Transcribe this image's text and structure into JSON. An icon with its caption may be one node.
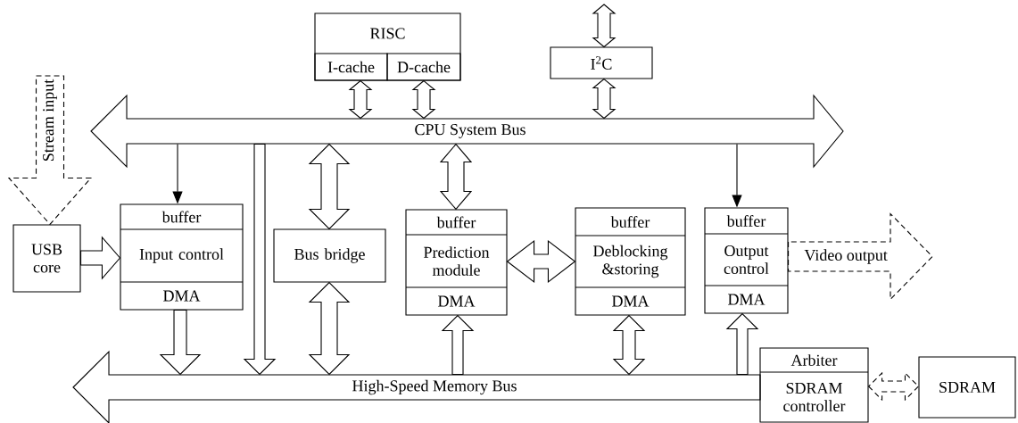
{
  "diagram": {
    "nodes": [
      {
        "text": [
          "RISC"
        ]
      },
      {
        "text": [
          "I-cache"
        ],
        "in": 0
      },
      {
        "text": [
          "D-cache"
        ],
        "in": 0
      },
      {
        "text": [
          "I$^{2}$C"
        ]
      },
      {
        "text": [
          "CPU System Bus"
        ]
      },
      {
        "text": [
          "USB core"
        ]
      },
      {
        "text": [
          "buffer",
          "Input control",
          "DMA"
        ]
      },
      {
        "text": [
          "Bus bridge"
        ]
      },
      {
        "text": [
          "buffer",
          "Prediction module",
          "DMA"
        ]
      },
      {
        "text": [
          "buffer",
          "Deblocking &storing",
          "DMA"
        ]
      },
      {
        "text": [
          "buffer",
          "Output control",
          "DMA"
        ]
      },
      {
        "text": [
          "High-Speed Memory Bus"
        ]
      },
      {
        "text": [
          "Arbiter",
          "SDRAM controller"
        ]
      },
      {
        "text": [
          "SDRAM"
        ]
      }
    ],
    "edges": [
      {
        "from": 1,
        "to": 4,
        "arrow": "both",
        "style": "thick"
      },
      {
        "from": 2,
        "to": 4,
        "arrow": "both",
        "style": "thick"
      },
      {
        "from": null,
        "to": 3,
        "arrow": "both",
        "style": "thick"
      },
      {
        "from": 3,
        "to": 4,
        "arrow": "both",
        "style": "thick"
      },
      {
        "from": 4,
        "to": 6,
        "arrow": "to"
      },
      {
        "from": 4,
        "to": 11,
        "arrow": "to",
        "style": "thick"
      },
      {
        "from": 4,
        "to": 7,
        "arrow": "both",
        "style": "thick"
      },
      {
        "from": 4,
        "to": 8,
        "arrow": "both",
        "style": "thick"
      },
      {
        "from": 4,
        "to": 10,
        "arrow": "to"
      },
      {
        "from": 5,
        "to": 6,
        "arrow": "to",
        "style": "thick"
      },
      {
        "from": 8,
        "to": 9,
        "arrow": "both",
        "style": "thick"
      },
      {
        "from": 6,
        "to": 11,
        "arrow": "to",
        "style": "thick"
      },
      {
        "from": 7,
        "to": 11,
        "arrow": "both",
        "style": "thick"
      },
      {
        "from": 11,
        "to": 8,
        "arrow": "to",
        "style": "thick"
      },
      {
        "from": 9,
        "to": 11,
        "arrow": "both",
        "style": "thick"
      },
      {
        "from": 11,
        "to": 10,
        "arrow": "to",
        "style": "thick"
      },
      {
        "from": 12,
        "to": 13,
        "arrow": "both",
        "style": "dashed"
      },
      {
        "from": null,
        "to": 5,
        "arrow": "to",
        "style": "dashed",
        "label": "Stream input"
      },
      {
        "from": 10,
        "to": null,
        "arrow": "to",
        "style": "dashed",
        "label": "Video output"
      }
    ]
  }
}
